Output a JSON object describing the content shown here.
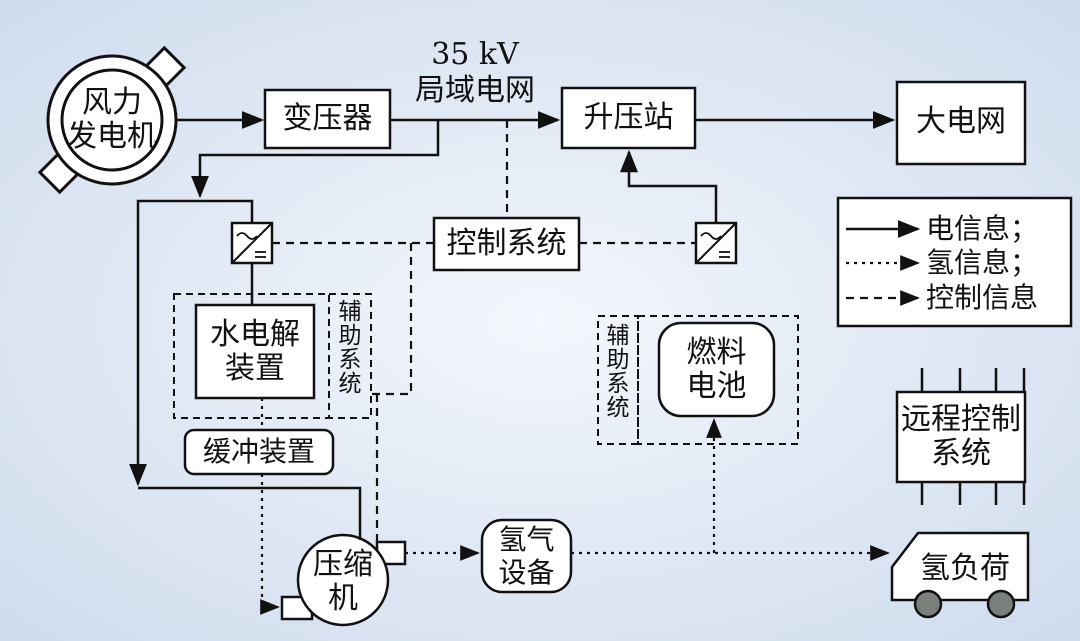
{
  "nodes": {
    "wind_generator": [
      "风力",
      "发电机"
    ],
    "transformer": "变压器",
    "grid_voltage": "35 kV",
    "local_grid": "局域电网",
    "booster_station": "升压站",
    "main_grid": "大电网",
    "control_system": "控制系统",
    "electrolyzer": [
      "水电解",
      "装置"
    ],
    "aux_system_left": [
      "辅",
      "助",
      "系",
      "统"
    ],
    "aux_system_right": [
      "辅",
      "助",
      "系",
      "统"
    ],
    "buffer_device": "缓冲装置",
    "fuel_cell": [
      "燃料",
      "电池"
    ],
    "remote_control": [
      "远程控制",
      "系统"
    ],
    "compressor": [
      "压缩",
      "机"
    ],
    "hydrogen_equipment": [
      "氢气",
      "设备"
    ],
    "hydrogen_load": "氢负荷"
  },
  "legend": {
    "electric": "电信息；",
    "hydrogen": "氢信息；",
    "control": "控制信息"
  },
  "colors": {
    "line": "#111111",
    "box_fill": "#ffffff",
    "wheel": "#7a7f7d"
  }
}
